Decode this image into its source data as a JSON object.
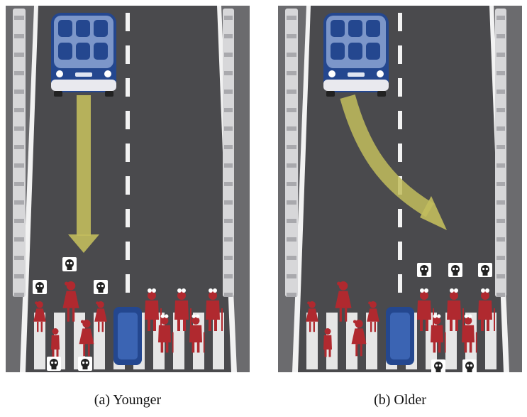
{
  "figure": {
    "panels": [
      {
        "id": "a",
        "caption": "(a) Younger",
        "swerve": false,
        "deaths": "younger-group"
      },
      {
        "id": "b",
        "caption": "(b) Older",
        "swerve": true,
        "deaths": "older-group"
      }
    ]
  },
  "colors": {
    "road": "#4a4a4d",
    "roadside": "#6b6b6e",
    "lane_marking": "#f2f2f2",
    "barrier": "#d7d7d9",
    "car_body": "#7c96c9",
    "car_dark": "#24478f",
    "arrow": "#c2bd5d",
    "pedestrian": "#b0292f",
    "skull_bg": "#ffffff",
    "skull_fg": "#222222",
    "crosswalk": "#e6e6e6"
  },
  "icons": [
    "car-icon",
    "arrow-icon",
    "skull-icon",
    "pedestrian-icon",
    "barrier-icon"
  ]
}
